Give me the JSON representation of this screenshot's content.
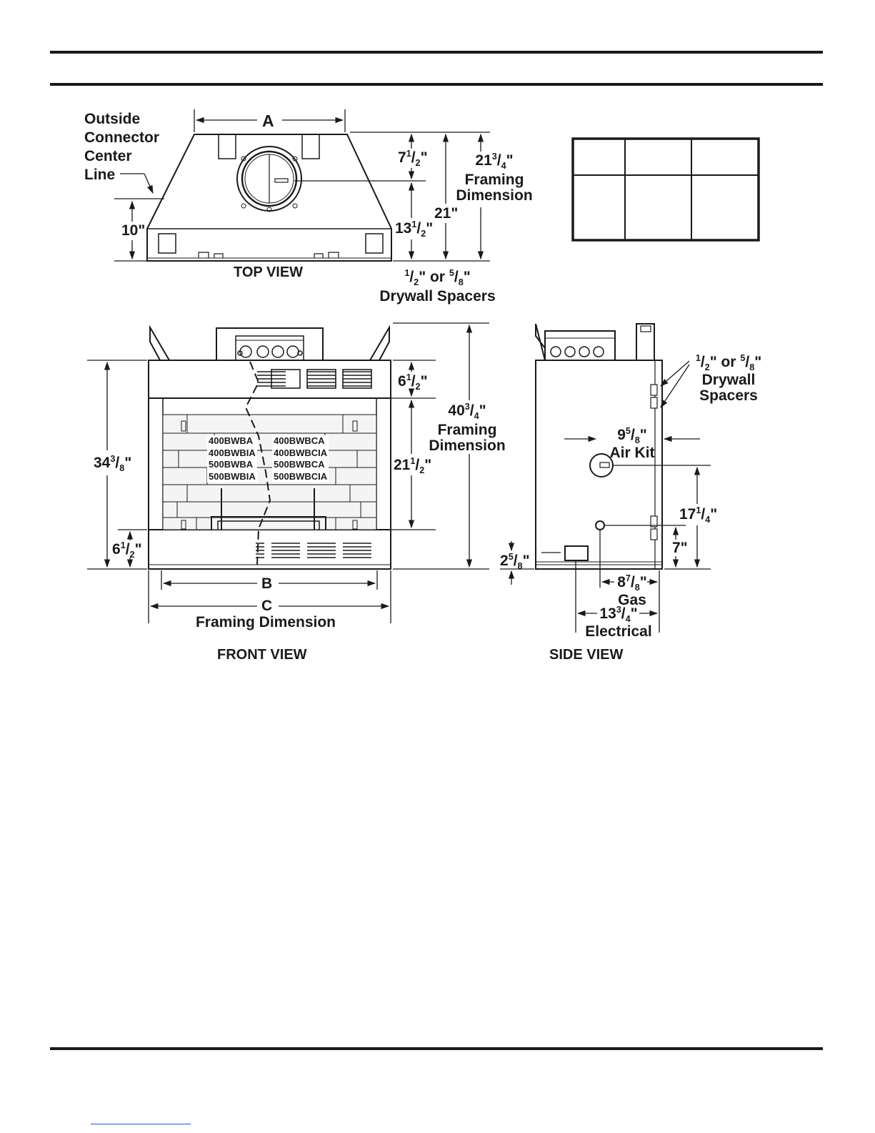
{
  "top_view": {
    "title": "TOP VIEW",
    "connector_label": [
      "Outside",
      "Connector",
      "Center",
      "Line"
    ],
    "dim_a": "A",
    "dim_10": "10\"",
    "dim_7_half": {
      "whole": "7",
      "num": "1",
      "den": "2",
      "unit": "\""
    },
    "dim_13_half": {
      "whole": "13",
      "num": "1",
      "den": "2",
      "unit": "\""
    },
    "dim_21": "21\"",
    "dim_21_3_4": {
      "whole": "21",
      "num": "3",
      "den": "4",
      "unit": "\""
    },
    "framing_line1": "Framing",
    "framing_line2": "Dimension",
    "spacers": {
      "n1": "1",
      "d1": "2",
      "or": "\" or ",
      "n2": "5",
      "d2": "8",
      "unit": "\"",
      "line2": "Drywall Spacers"
    }
  },
  "front_view": {
    "title": "FRONT VIEW",
    "dim_34_3_8": {
      "whole": "34",
      "num": "3",
      "den": "8",
      "unit": "\""
    },
    "dim_6_half_top": {
      "whole": "6",
      "num": "1",
      "den": "2",
      "unit": "\""
    },
    "dim_6_half_bottom": {
      "whole": "6",
      "num": "1",
      "den": "2",
      "unit": "\""
    },
    "dim_21_half": {
      "whole": "21",
      "num": "1",
      "den": "2",
      "unit": "\""
    },
    "dim_40_3_4": {
      "whole": "40",
      "num": "3",
      "den": "4",
      "unit": "\""
    },
    "framing_line1": "Framing",
    "framing_line2": "Dimension",
    "dim_b": "B",
    "dim_c": "C",
    "dim_c_caption": "Framing Dimension",
    "models_left": [
      "400BWBA",
      "400BWBIA",
      "500BWBA",
      "500BWBIA"
    ],
    "models_right": [
      "400BWBCA",
      "400BWBCIA",
      "500BWBCA",
      "500BWBCIA"
    ]
  },
  "side_view": {
    "title": "SIDE VIEW",
    "spacers": {
      "n1": "1",
      "d1": "2",
      "or": "\" or ",
      "n2": "5",
      "d2": "8",
      "unit": "\"",
      "line2": "Drywall",
      "line3": "Spacers"
    },
    "air_kit": {
      "whole": "9",
      "num": "5",
      "den": "8",
      "unit": "\"",
      "caption": "Air Kit"
    },
    "dim_17_1_4": {
      "whole": "17",
      "num": "1",
      "den": "4",
      "unit": "\""
    },
    "dim_7": "7\"",
    "dim_2_5_8": {
      "whole": "2",
      "num": "5",
      "den": "8",
      "unit": "\""
    },
    "gas": {
      "whole": "8",
      "num": "7",
      "den": "8",
      "unit": "\"",
      "caption": "Gas"
    },
    "electrical": {
      "whole": "13",
      "num": "3",
      "den": "4",
      "unit": "\"",
      "caption": "Electrical"
    }
  }
}
